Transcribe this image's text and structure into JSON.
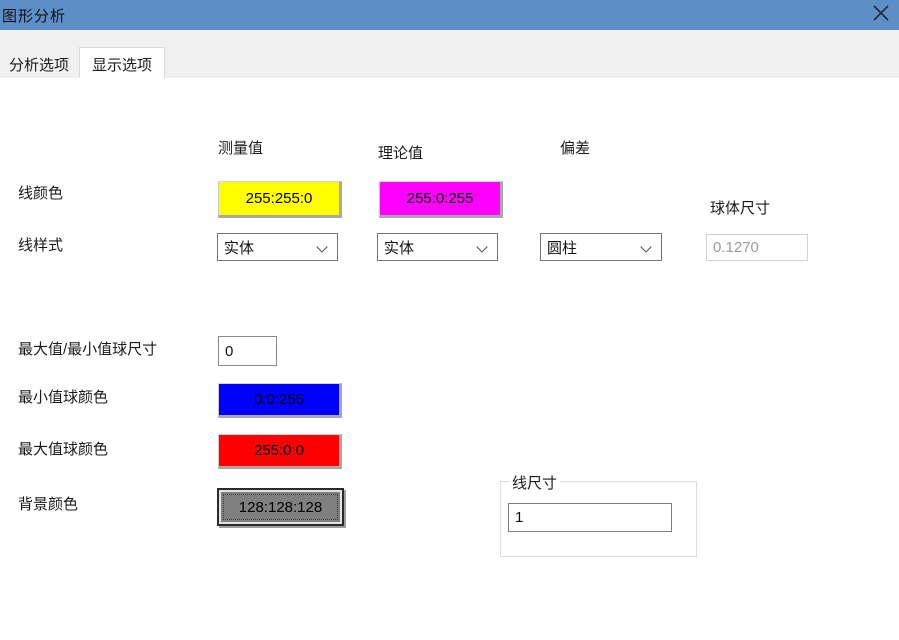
{
  "window": {
    "title": "图形分析",
    "close_icon": "x-close"
  },
  "tabs": [
    {
      "label": "分析选项",
      "active": false
    },
    {
      "label": "显示选项",
      "active": true
    }
  ],
  "columns": {
    "measured": "测量值",
    "theoretical": "理论值",
    "deviation": "偏差"
  },
  "line_color": {
    "label": "线颜色",
    "measured": {
      "text": "255:255:0",
      "color": "#ffff00"
    },
    "theoretical": {
      "text": "255:0:255",
      "color": "#ff00ff"
    }
  },
  "line_style": {
    "label": "线样式",
    "measured_value": "实体",
    "theoretical_value": "实体",
    "deviation_value": "圆柱"
  },
  "sphere_size": {
    "label": "球体尺寸",
    "value": "0.1270"
  },
  "minmax_sphere_size": {
    "label": "最大值/最小值球尺寸",
    "value": "0"
  },
  "min_sphere_color": {
    "label": "最小值球颜色",
    "text": "0:0:255",
    "color": "#0000ff"
  },
  "max_sphere_color": {
    "label": "最大值球颜色",
    "text": "255:0:0",
    "color": "#ff0000"
  },
  "background_color": {
    "label": "背景颜色",
    "text": "128:128:128",
    "color": "#808080"
  },
  "line_size_group": {
    "label": "线尺寸",
    "value": "1"
  }
}
